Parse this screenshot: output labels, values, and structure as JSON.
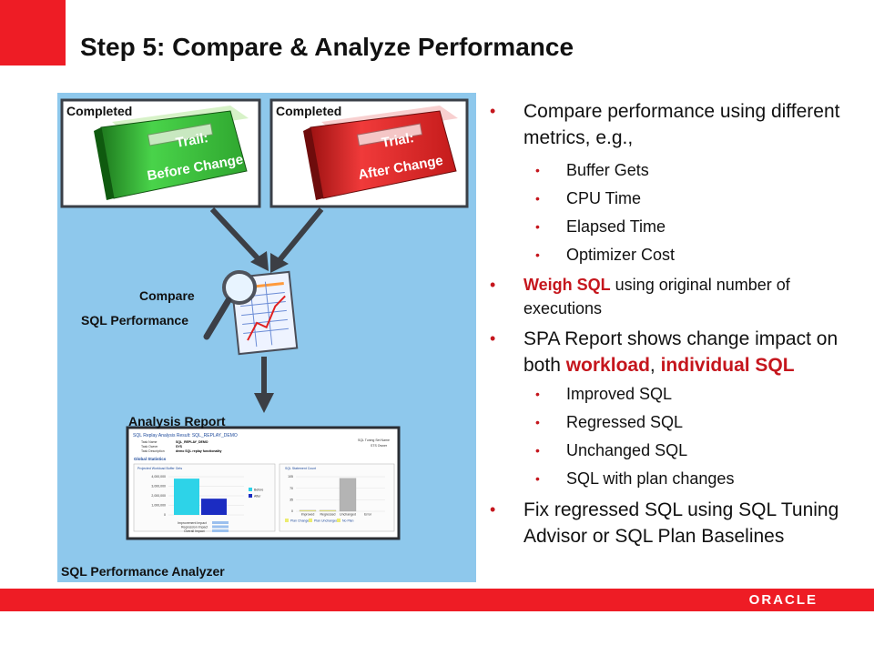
{
  "slide": {
    "title": "Step 5: Compare & Analyze Performance"
  },
  "diagram": {
    "box_left_status": "Completed",
    "box_right_status": "Completed",
    "book_left_line1": "Trail:",
    "book_left_line2": "Before Change",
    "book_right_line1": "Trial:",
    "book_right_line2": "After Change",
    "compare_line1": "Compare",
    "compare_line2": "SQL Performance",
    "analysis_report_label": "Analysis Report",
    "panel_label": "SQL Performance Analyzer",
    "report": {
      "header": "SQL Replay Analysis Result: SQL_REPLAY_DEMO",
      "task_rows": [
        {
          "label": "Task Name",
          "value": "SQL_REPLAY_DEMO"
        },
        {
          "label": "Task Owner",
          "value": "SYS"
        },
        {
          "label": "Task Description",
          "value": "demo SQL replay functionality"
        }
      ],
      "tuning_set_label": "SQL Tuning Set Name",
      "tuning_set_owner": "STS Owner",
      "global_statistics": "Global Statistics",
      "left_chart_title": "Projected Workload Buffer Gets",
      "left_ticks": [
        "4,000,000",
        "3,000,000",
        "2,000,000",
        "1,000,000",
        "0"
      ],
      "legend_before": "Before",
      "legend_after": "After",
      "impact_rows": [
        "Improvement Impact",
        "Regression Impact",
        "Overall Impact"
      ],
      "right_chart_title": "SQL Statement Count",
      "right_ticks": [
        "105",
        "70",
        "35",
        "0"
      ],
      "right_categories": [
        "Improved",
        "Regressed",
        "Unchanged",
        "Error"
      ],
      "right_legend": [
        "Plan Changed",
        "Plan Unchanged",
        "No Plan"
      ]
    }
  },
  "chart_data": [
    {
      "type": "bar",
      "title": "Projected Workload Buffer Gets",
      "categories": [
        "Before",
        "After"
      ],
      "values": [
        3800000,
        1700000
      ],
      "ylim": [
        0,
        4000000
      ],
      "colors": [
        "#2dd3e8",
        "#1b2cc2"
      ]
    },
    {
      "type": "bar",
      "title": "SQL Statement Count",
      "categories": [
        "Improved",
        "Regressed",
        "Unchanged",
        "Error"
      ],
      "values": [
        3,
        3,
        100,
        0
      ],
      "ylim": [
        0,
        105
      ],
      "colors": [
        "#ecec70",
        "#ecec70",
        "#b4b4b4",
        "#cccccc"
      ]
    }
  ],
  "bullets": [
    {
      "text": "Compare performance using different metrics, e.g.,",
      "sub": [
        "Buffer Gets",
        "CPU Time",
        "Elapsed Time",
        "Optimizer Cost"
      ]
    },
    {
      "strong": "Weigh SQL",
      "text": " using original number of executions"
    },
    {
      "text_a": "SPA Report shows change impact on both ",
      "strong_a": "workload",
      "text_b": ", ",
      "strong_b": "individual SQL",
      "sub": [
        "Improved SQL",
        "Regressed SQL",
        "Unchanged SQL",
        "SQL with plan changes"
      ]
    },
    {
      "text": "Fix regressed SQL using SQL Tuning Advisor or SQL Plan Baselines"
    }
  ],
  "footer": {
    "logo": "ORACLE"
  },
  "colors": {
    "brand_red": "#ee1c25",
    "bullet_red": "#c5161d",
    "panel_blue": "#8ec8ec"
  }
}
